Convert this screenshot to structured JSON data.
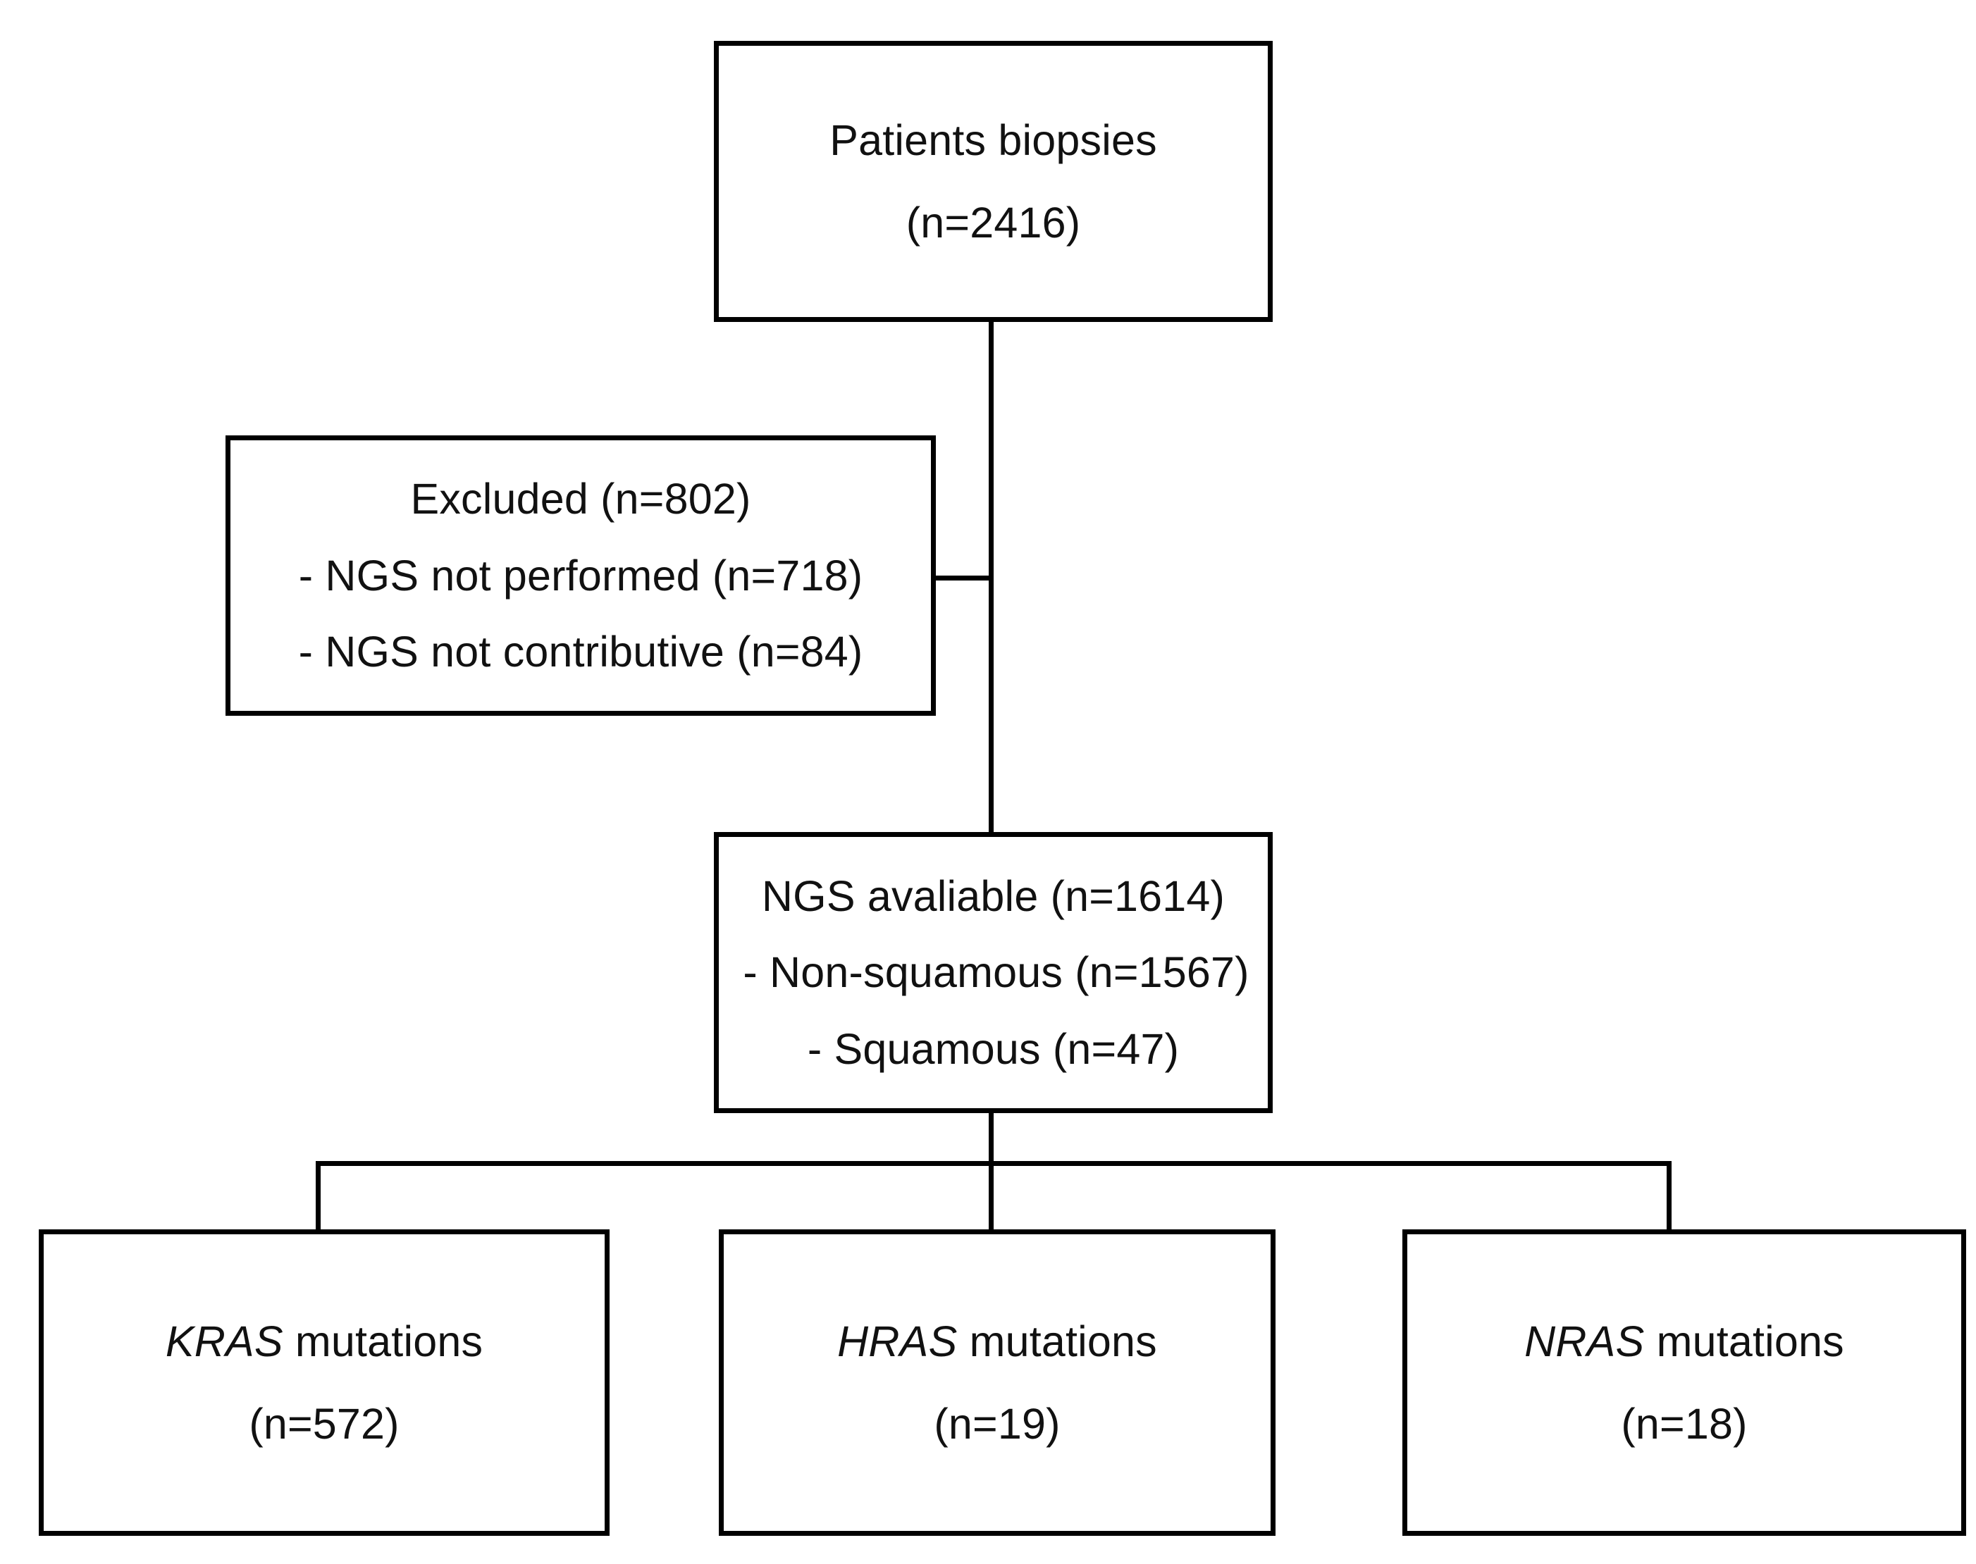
{
  "diagram": {
    "type": "flowchart",
    "title": "Patient selection flow diagram",
    "orientation": "top-down",
    "background_color": "#ffffff",
    "line_color": "#000000",
    "text_color": "#111111",
    "nodes": {
      "top": {
        "id": "patients-biopsies",
        "line1": "Patients biopsies",
        "line2": "(n=2416)",
        "count": 2416
      },
      "excluded": {
        "id": "excluded",
        "line1": "Excluded (n=802)",
        "line2": "- NGS not performed (n=718)",
        "line3": "- NGS not contributive (n=84)",
        "count": 802,
        "not_performed": 718,
        "not_contributive": 84
      },
      "ngs": {
        "id": "ngs-available",
        "line1": "NGS avaliable (n=1614)",
        "line2": "- Non-squamous (n=1567)",
        "line3": "- Squamous (n=47)",
        "count": 1614,
        "non_squamous": 1567,
        "squamous": 47
      },
      "kras": {
        "id": "kras-mutations",
        "gene": "KRAS",
        "label": " mutations",
        "line2": "(n=572)",
        "count": 572
      },
      "hras": {
        "id": "hras-mutations",
        "gene": "HRAS",
        "label": " mutations",
        "line2": "(n=19)",
        "count": 19
      },
      "nras": {
        "id": "nras-mutations",
        "gene": "NRAS",
        "label": " mutations",
        "line2": "(n=18)",
        "count": 18
      }
    },
    "edges": [
      {
        "from": "patients-biopsies",
        "to": "ngs-available",
        "style": "vertical"
      },
      {
        "from": "patients-biopsies",
        "to": "excluded",
        "style": "side-branch"
      },
      {
        "from": "ngs-available",
        "to": "kras-mutations",
        "style": "split"
      },
      {
        "from": "ngs-available",
        "to": "hras-mutations",
        "style": "split"
      },
      {
        "from": "ngs-available",
        "to": "nras-mutations",
        "style": "split"
      }
    ]
  }
}
